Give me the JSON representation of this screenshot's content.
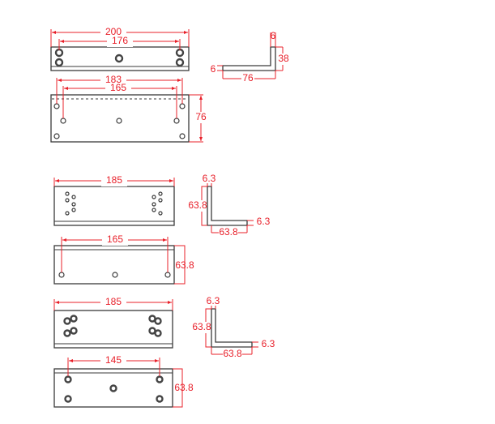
{
  "drawing_1": {
    "top_view": {
      "width_overall": "200",
      "hole_spacing": "176"
    },
    "profile": {
      "thickness_top": "6",
      "height": "38",
      "thickness_left": "6",
      "width": "76"
    },
    "front_view": {
      "outer_hole_spacing": "183",
      "inner_hole_spacing": "165",
      "height": "76"
    }
  },
  "drawing_2": {
    "top_view": {
      "width_overall": "185"
    },
    "profile": {
      "thickness_top": "6.3",
      "height": "63.8",
      "thickness_right": "6.3",
      "width": "63.8"
    },
    "front_view": {
      "hole_spacing": "165",
      "height": "63.8"
    }
  },
  "drawing_3": {
    "top_view": {
      "width_overall": "185"
    },
    "profile": {
      "thickness_top": "6.3",
      "height": "63.8",
      "thickness_right": "6.3",
      "width": "63.8"
    },
    "front_view": {
      "hole_spacing": "145",
      "height": "63.8"
    }
  },
  "colors": {
    "dimension": "#e8202a",
    "outline": "#3a3a3a"
  }
}
